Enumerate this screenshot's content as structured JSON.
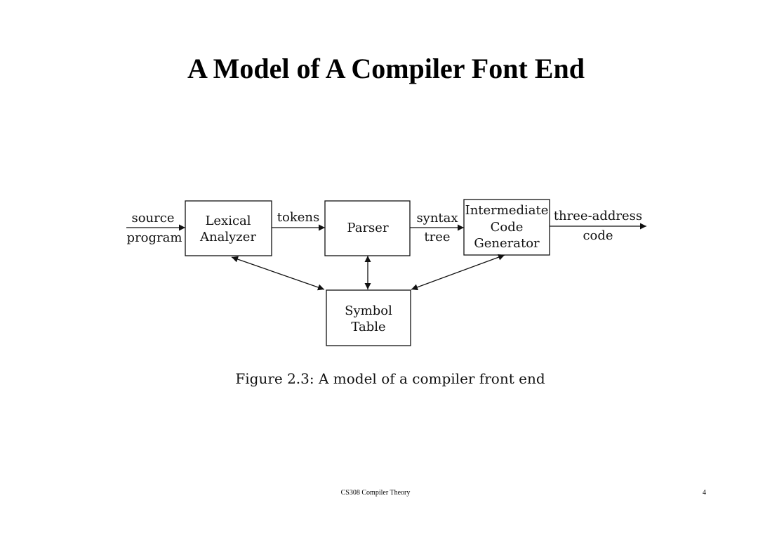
{
  "slide": {
    "title": "A Model of A Compiler Font End"
  },
  "diagram": {
    "boxes": {
      "lexical": [
        "Lexical",
        "Analyzer"
      ],
      "parser": [
        "Parser"
      ],
      "intermediate": [
        "Intermediate",
        "Code",
        "Generator"
      ],
      "symbol": [
        "Symbol",
        "Table"
      ]
    },
    "edges": {
      "input": [
        "source",
        "program"
      ],
      "tokens": [
        "tokens"
      ],
      "syntax": [
        "syntax",
        "tree"
      ],
      "output": [
        "three-address",
        "code"
      ]
    },
    "caption": "Figure 2.3: A model of a compiler front end"
  },
  "footer": {
    "course": "CS308 Compiler Theory",
    "page": "4"
  }
}
